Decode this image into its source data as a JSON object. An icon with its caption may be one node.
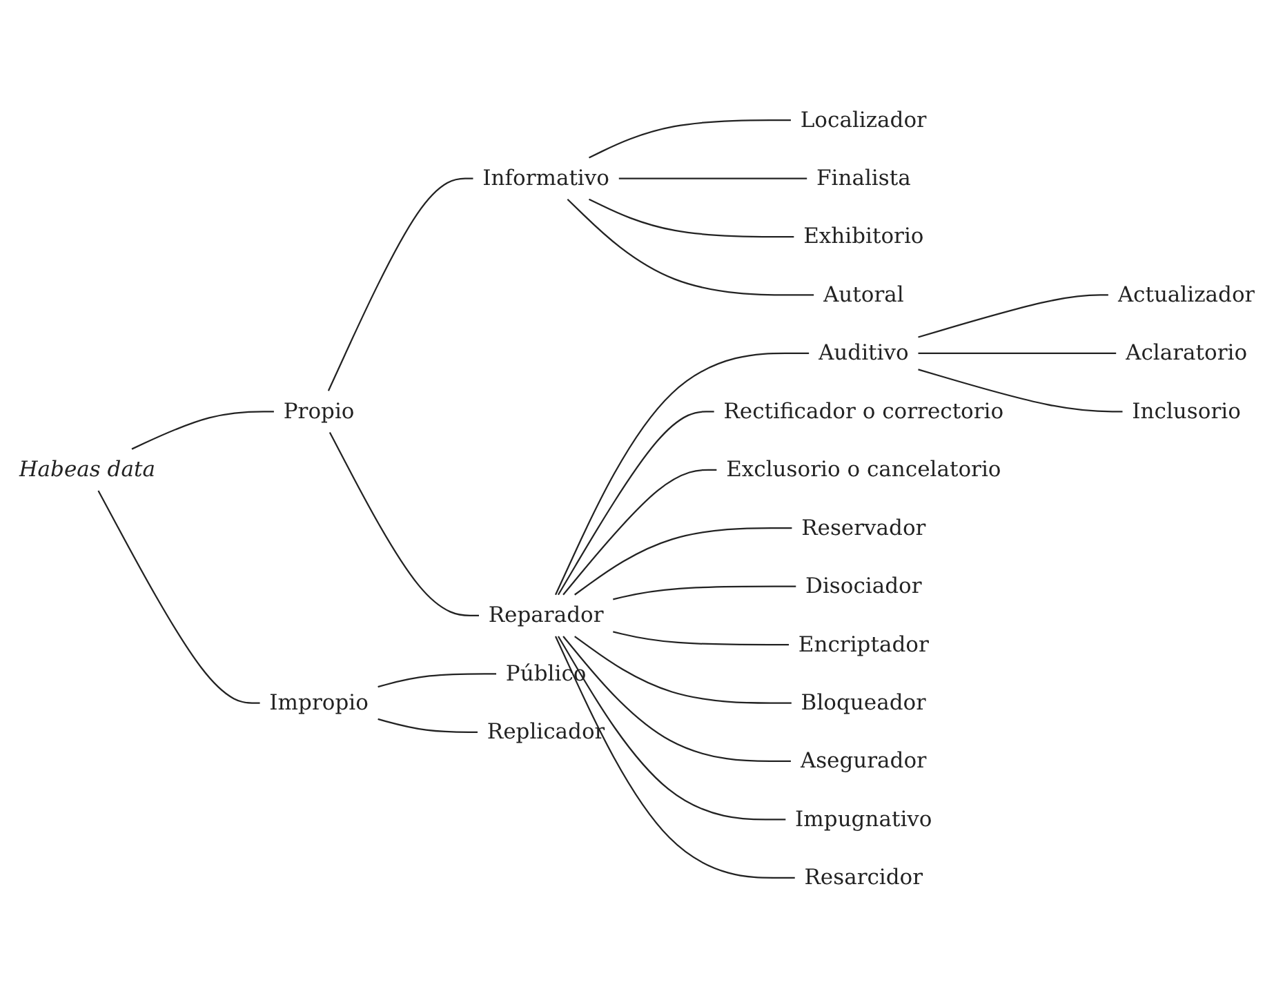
{
  "diagram": {
    "nodes": [
      {
        "text": [
          "Habeas data"
        ]
      },
      {
        "text": [
          "Propio"
        ]
      },
      {
        "text": [
          "Impropio"
        ]
      },
      {
        "text": [
          "Informativo"
        ]
      },
      {
        "text": [
          "Reparador"
        ]
      },
      {
        "text": [
          "Localizador"
        ]
      },
      {
        "text": [
          "Finalista"
        ]
      },
      {
        "text": [
          "Exhibitorio"
        ]
      },
      {
        "text": [
          "Autoral"
        ]
      },
      {
        "text": [
          "Auditivo"
        ]
      },
      {
        "text": [
          "Rectificador o correctorio"
        ]
      },
      {
        "text": [
          "Exclusorio o cancelatorio"
        ]
      },
      {
        "text": [
          "Reservador"
        ]
      },
      {
        "text": [
          "Disociador"
        ]
      },
      {
        "text": [
          "Encriptador"
        ]
      },
      {
        "text": [
          "Bloqueador"
        ]
      },
      {
        "text": [
          "Asegurador"
        ]
      },
      {
        "text": [
          "Impugnativo"
        ]
      },
      {
        "text": [
          "Resarcidor"
        ]
      },
      {
        "text": [
          "Actualizador"
        ]
      },
      {
        "text": [
          "Aclaratorio"
        ]
      },
      {
        "text": [
          "Inclusorio"
        ]
      },
      {
        "text": [
          "Público"
        ]
      },
      {
        "text": [
          "Replicador"
        ]
      }
    ],
    "edges": [
      {
        "from": 0,
        "to": 1,
        "arrow": "none"
      },
      {
        "from": 0,
        "to": 2,
        "arrow": "none"
      },
      {
        "from": 1,
        "to": 3,
        "arrow": "none"
      },
      {
        "from": 1,
        "to": 4,
        "arrow": "none"
      },
      {
        "from": 3,
        "to": 5,
        "arrow": "none"
      },
      {
        "from": 3,
        "to": 6,
        "arrow": "none"
      },
      {
        "from": 3,
        "to": 7,
        "arrow": "none"
      },
      {
        "from": 3,
        "to": 8,
        "arrow": "none"
      },
      {
        "from": 4,
        "to": 9,
        "arrow": "none"
      },
      {
        "from": 4,
        "to": 10,
        "arrow": "none"
      },
      {
        "from": 4,
        "to": 11,
        "arrow": "none"
      },
      {
        "from": 4,
        "to": 12,
        "arrow": "none"
      },
      {
        "from": 4,
        "to": 13,
        "arrow": "none"
      },
      {
        "from": 4,
        "to": 14,
        "arrow": "none"
      },
      {
        "from": 4,
        "to": 15,
        "arrow": "none"
      },
      {
        "from": 4,
        "to": 16,
        "arrow": "none"
      },
      {
        "from": 4,
        "to": 17,
        "arrow": "none"
      },
      {
        "from": 4,
        "to": 18,
        "arrow": "none"
      },
      {
        "from": 9,
        "to": 19,
        "arrow": "none"
      },
      {
        "from": 9,
        "to": 20,
        "arrow": "none"
      },
      {
        "from": 9,
        "to": 21,
        "arrow": "none"
      },
      {
        "from": 2,
        "to": 22,
        "arrow": "none"
      },
      {
        "from": 2,
        "to": 23,
        "arrow": "none"
      }
    ]
  }
}
